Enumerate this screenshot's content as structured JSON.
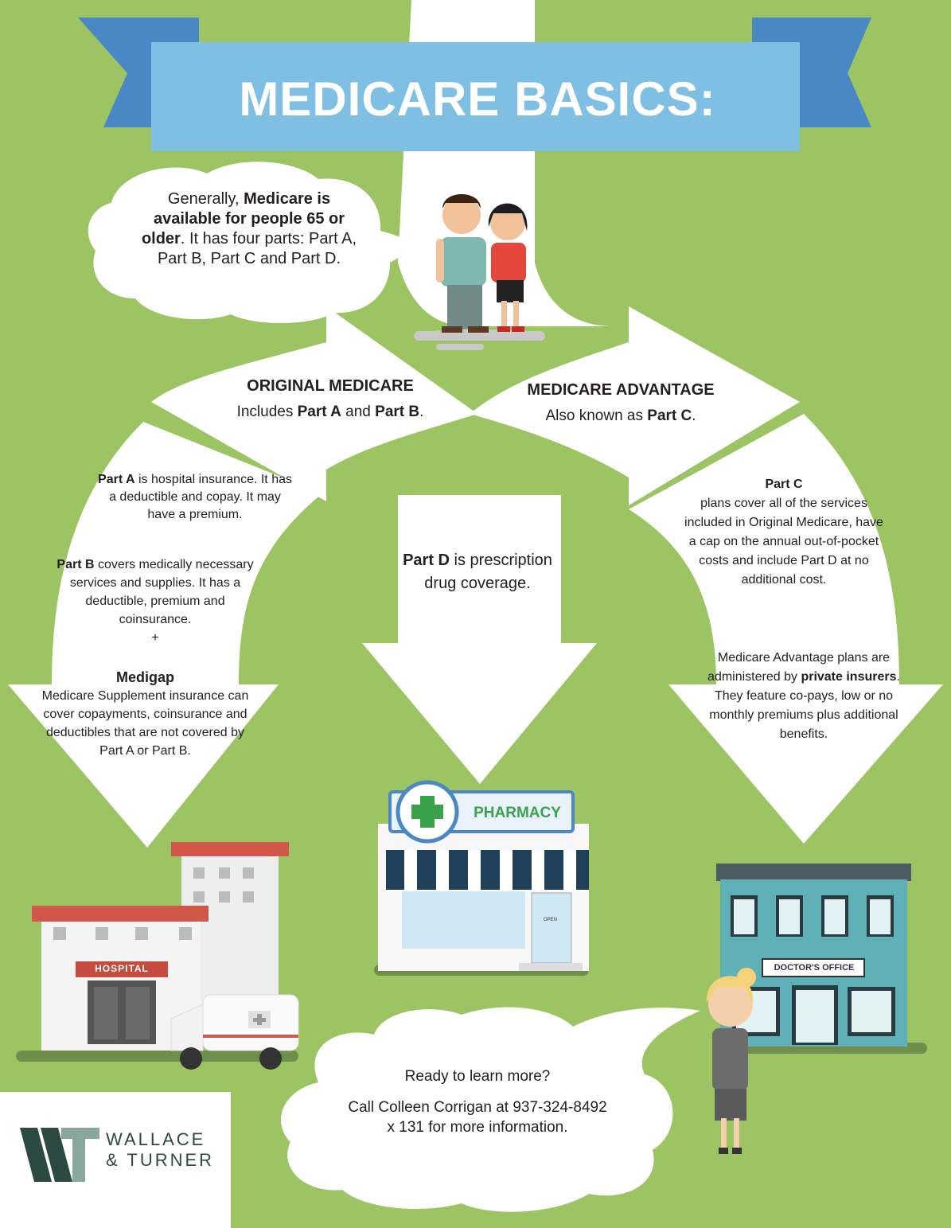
{
  "title": "MEDICARE BASICS:",
  "intro": {
    "pre": "Generally, ",
    "bold": "Medicare is available for people 65 or older",
    "post": ". It has four parts: Part A, Part B, Part C and Part D."
  },
  "original_medicare": {
    "heading": "ORIGINAL MEDICARE",
    "pre": "Includes ",
    "part_a": "Part A",
    "mid": " and ",
    "part_b": "Part B",
    "post": "."
  },
  "medicare_advantage": {
    "heading": "MEDICARE ADVANTAGE",
    "pre": "Also known as ",
    "part_c": "Part C",
    "post": "."
  },
  "part_a": {
    "label": "Part A",
    "text": " is hospital insurance. It has a deductible and copay. It may have a premium."
  },
  "part_b": {
    "label": "Part B",
    "text": " covers medically necessary services and supplies. It has a deductible, premium and coinsurance."
  },
  "plus": "+",
  "medigap": {
    "label": "Medigap",
    "text": "Medicare Supplement insurance can cover copayments, coinsurance and deductibles that are not covered by Part A or Part B."
  },
  "part_d": {
    "label": "Part D",
    "text": " is prescription drug coverage."
  },
  "part_c": {
    "label": "Part C",
    "text": "plans cover all of the services included in Original Medicare, have a cap on the annual out-of-pocket costs and include Part D at no additional cost."
  },
  "advantage_plans": {
    "pre": "Medicare Advantage plans are administered by ",
    "bold": "private insurers",
    "post": ". They feature co-pays, low or no monthly premiums plus additional benefits."
  },
  "buildings": {
    "pharmacy": "PHARMACY",
    "hospital": "HOSPITAL",
    "doctors_office": "DOCTOR'S OFFICE",
    "open_sign": "OPEN"
  },
  "cta": {
    "line1": "Ready to learn more?",
    "line2": "Call Colleen Corrigan at 937-324-8492 x 131 for more information."
  },
  "logo": {
    "line1": "WALLACE",
    "line2": "& TURNER"
  },
  "colors": {
    "background": "#9dc463",
    "ribbon": "#7fbfe4",
    "ribbon_dark": "#4a87c5",
    "arrows": "#ffffff"
  }
}
